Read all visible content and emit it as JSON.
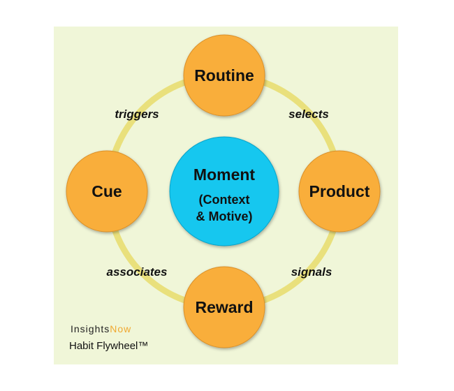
{
  "diagram": {
    "center": {
      "title": "Moment",
      "subtitle_line1": "(Context",
      "subtitle_line2": "& Motive)"
    },
    "nodes": {
      "top": "Routine",
      "right": "Product",
      "bottom": "Reward",
      "left": "Cue"
    },
    "edges": {
      "top_left": "triggers",
      "top_right": "selects",
      "bottom_left": "associates",
      "bottom_right": "signals"
    }
  },
  "branding": {
    "logo_part1": "Insights",
    "logo_part2": "Now",
    "caption": "Habit Flywheel™"
  },
  "colors": {
    "background": "#f0f6d8",
    "ring": "#e9e07c",
    "node": "#f9ae3b",
    "center": "#12c7ef"
  }
}
